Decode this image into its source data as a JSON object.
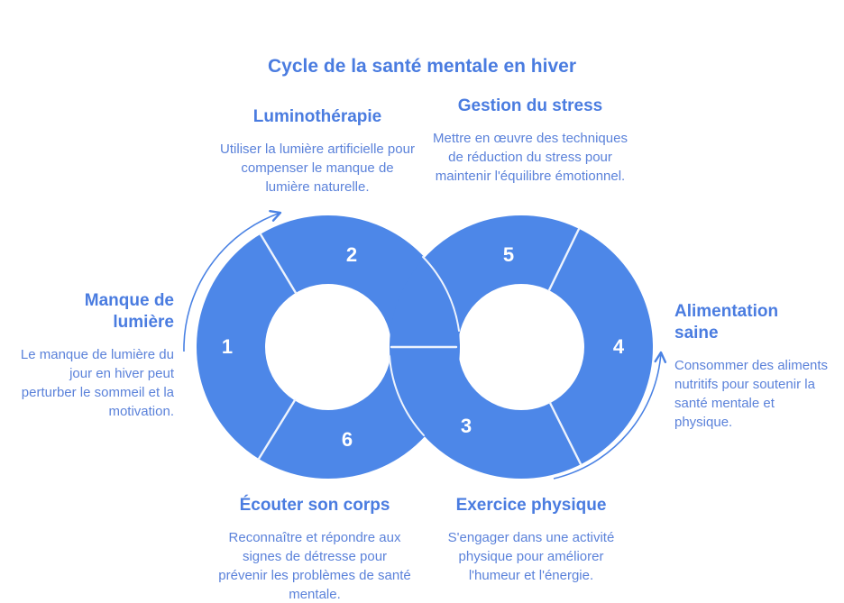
{
  "title": "Cycle de la santé mentale en hiver",
  "diagram": {
    "type": "infinity-loop-cycle",
    "ring_color": "#4d87e8",
    "divider_color": "#edf3fd",
    "arrow_color": "#4a82e4",
    "number_color": "#ffffff",
    "heading_color": "#4a7ce0",
    "body_color": "#5b82da"
  },
  "steps": [
    {
      "number": "1",
      "title": "Manque de lumière",
      "description": "Le manque de lumière du jour en hiver peut perturber le sommeil et la motivation."
    },
    {
      "number": "2",
      "title": "Luminothérapie",
      "description": "Utiliser la lumière artificielle pour compenser le manque de lumière naturelle."
    },
    {
      "number": "3",
      "title": "Exercice physique",
      "description": "S'engager dans une activité physique pour améliorer l'humeur et l'énergie."
    },
    {
      "number": "4",
      "title": "Alimentation saine",
      "description": "Consommer des aliments nutritifs pour soutenir la santé mentale et physique."
    },
    {
      "number": "5",
      "title": "Gestion du stress",
      "description": "Mettre en œuvre des techniques de réduction du stress pour maintenir l'équilibre émotionnel."
    },
    {
      "number": "6",
      "title": "Écouter son corps",
      "description": "Reconnaître et répondre aux signes de détresse pour prévenir les problèmes de santé mentale."
    }
  ]
}
